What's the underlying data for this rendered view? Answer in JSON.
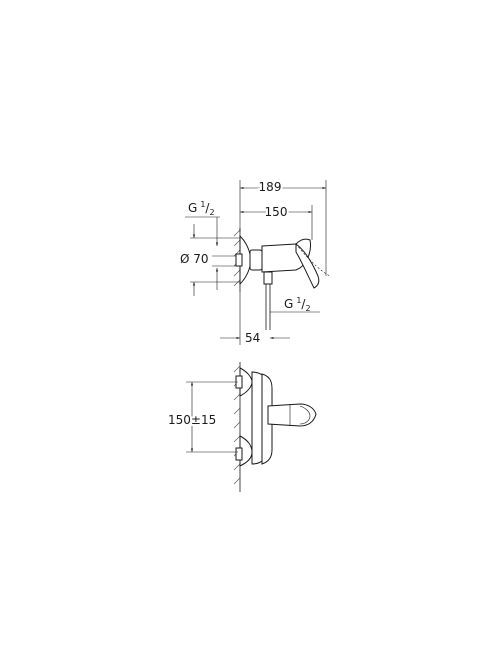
{
  "dimensions": {
    "overall_depth": "189",
    "body_depth": "150",
    "inlet_thread_prefix": "G",
    "inlet_thread_num": "1",
    "inlet_thread_den": "2",
    "flange_diameter": "Ø 70",
    "outlet_thread_prefix": "G",
    "outlet_thread_num": "1",
    "outlet_thread_den": "2",
    "wall_offset": "54",
    "center_distance": "150±15"
  }
}
